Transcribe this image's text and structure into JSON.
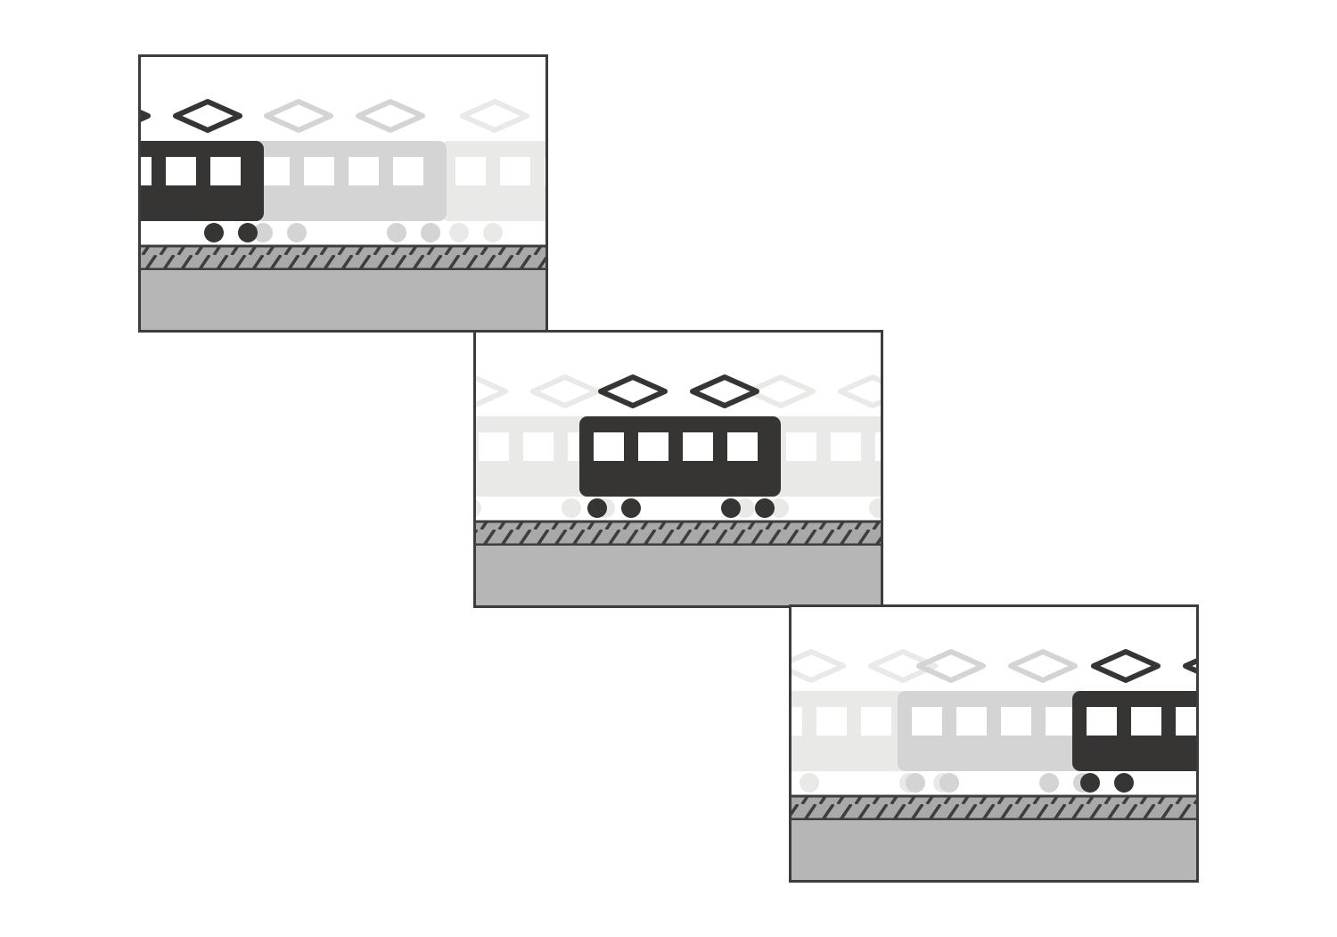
{
  "colors": {
    "background": "#ffffff",
    "train_dark": "#363534",
    "ghost_mid": "#d4d4d4",
    "ghost_light": "#e9e9e8",
    "window": "#ffffff",
    "frame_border": "#3d3d3d",
    "rail_hatch_fill": "#a9a9a9",
    "ground_fill": "#b5b6b5",
    "sky_fill": "#ffffff"
  },
  "frames": [
    {
      "name": "frame-1",
      "description_icon": "train-entering-left-icon",
      "main_train": "partial-left",
      "ghost_count": 2
    },
    {
      "name": "frame-2",
      "description_icon": "train-centered-icon",
      "main_train": "full-center",
      "ghost_count": 2
    },
    {
      "name": "frame-3",
      "description_icon": "train-exiting-right-icon",
      "main_train": "partial-right",
      "ghost_count": 2
    }
  ]
}
